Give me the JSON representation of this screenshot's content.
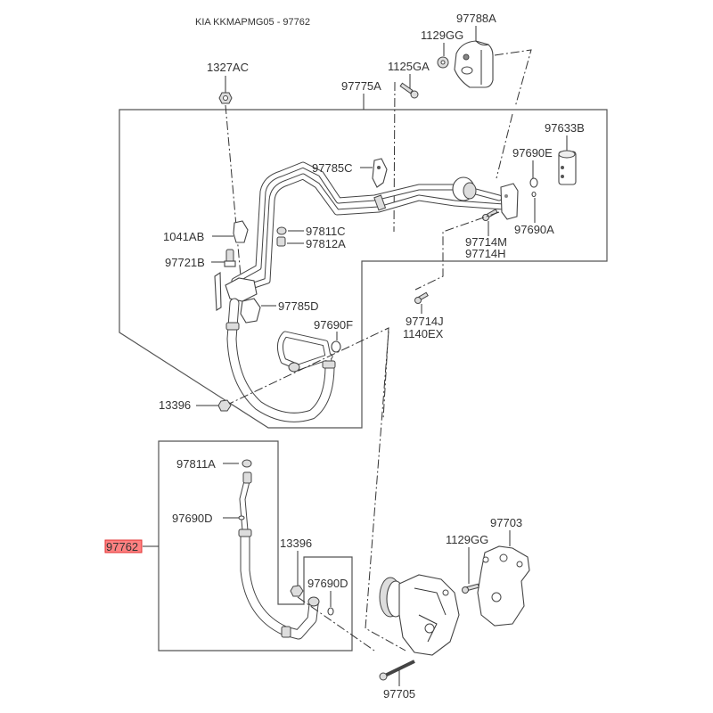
{
  "title": "KIA KKMAPMG05 - 97762",
  "highlight_color": "#ff6b6b",
  "labels": {
    "l97788A": "97788A",
    "l1129GG_top": "1129GG",
    "l1327AC": "1327AC",
    "l1125GA": "1125GA",
    "l97775A": "97775A",
    "l97633B": "97633B",
    "l97785C": "97785C",
    "l97690E": "97690E",
    "l1041AB": "1041AB",
    "l97811C": "97811C",
    "l97812A": "97812A",
    "l97714M": "97714M",
    "l97714H": "97714H",
    "l97690A": "97690A",
    "l97721B": "97721B",
    "l97785D": "97785D",
    "l97714J": "97714J",
    "l1140EX": "1140EX",
    "l97690F": "97690F",
    "l13396_top": "13396",
    "l97811A": "97811A",
    "l97690D_left": "97690D",
    "l97762": "97762",
    "l13396_bottom": "13396",
    "l97690D_right": "97690D",
    "l97703": "97703",
    "l1129GG_bottom": "1129GG",
    "l97705": "97705"
  }
}
